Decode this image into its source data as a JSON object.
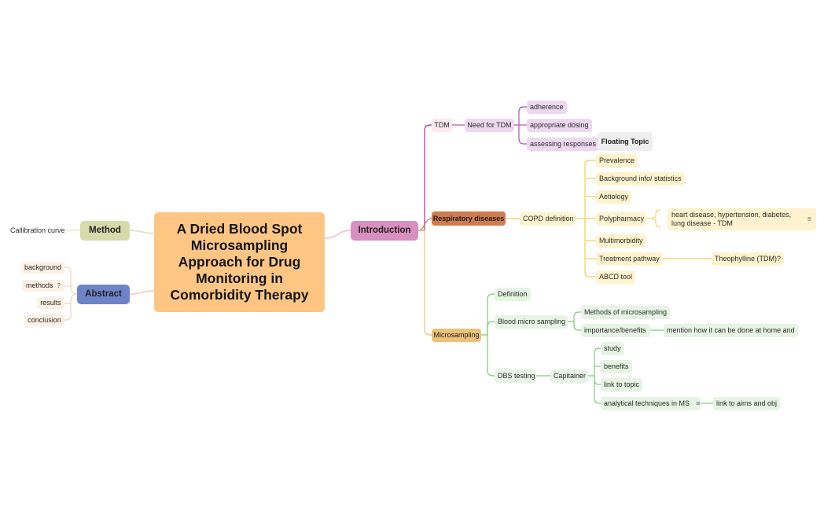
{
  "central_topic": "A Dried Blood Spot Microsampling Approach for Drug Monitoring in Comorbidity Therapy",
  "branches": {
    "introduction": {
      "label": "Introduction",
      "tdm": {
        "label": "TDM",
        "need_for_tdm": {
          "label": "Need for TDM",
          "items": [
            "adherence",
            "appropriate dosing",
            "assessing responses"
          ]
        }
      },
      "respiratory_diseases": {
        "label": "Respiratory diseases",
        "copd_definition": {
          "label": "COPD definition",
          "items": [
            "Prevalence",
            "Background info/ statistics",
            "Aetiology",
            "Polypharmacy",
            "Multimorbidity",
            "Treatment pathway",
            "ABCD tool"
          ],
          "polypharmacy_detail": "heart disease, hypertension, diabetes, lung disease - TDM",
          "treatment_pathway_detail": "Theophylline (TDM)?"
        }
      },
      "microsampling": {
        "label": "Microsampling",
        "definition": "Definition",
        "blood_micro_sampling": {
          "label": "Blood micro sampling",
          "methods": "Methods of microsampling",
          "importance": "importance/benefits",
          "importance_detail": "mention how it can be done at home and"
        },
        "dbs_testing": {
          "label": "DBS testing",
          "capitainer": {
            "label": "Capitainer",
            "items": [
              "study",
              "benefits",
              "link to topic",
              "analytical techniques in MS"
            ],
            "analytical_detail": "link to aims and obj"
          }
        }
      }
    },
    "method": {
      "label": "Method",
      "items": [
        "Callibration curve"
      ]
    },
    "abstract": {
      "label": "Abstract",
      "items": [
        "background",
        "methods",
        "results",
        "conclusion"
      ]
    }
  },
  "floating_topic": "Floating Topic",
  "icons": {
    "note": "note-lines-icon",
    "question": "question-mark-icon"
  },
  "colors": {
    "central": "#ffc683",
    "introduction": "#d98fbf",
    "method": "#d6dbab",
    "abstract": "#6f83c9",
    "respiratory_diseases": "#cf7b4c",
    "microsampling": "#ecc279",
    "tdm_branch_line": "#b04fb4",
    "copd_branch_line": "#f1cf53",
    "microsampling_branch_line": "#7ec97e"
  }
}
